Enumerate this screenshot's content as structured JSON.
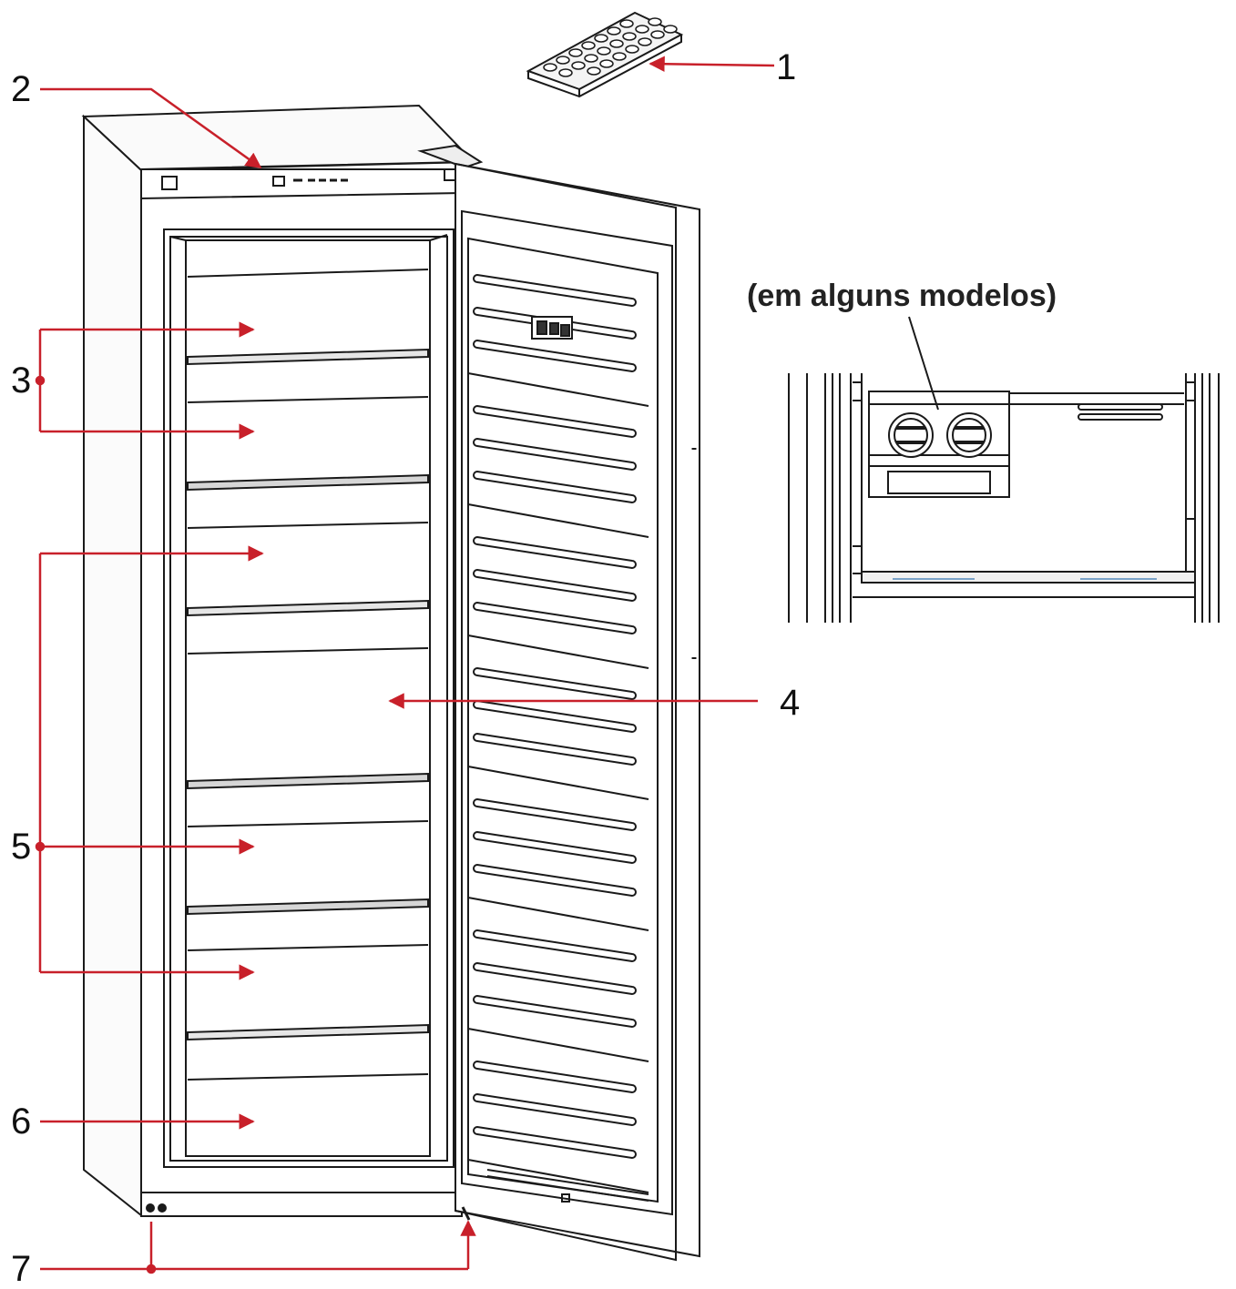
{
  "inset": {
    "title": "(em alguns modelos)"
  },
  "callouts": [
    {
      "number": "1"
    },
    {
      "number": "2"
    },
    {
      "number": "3"
    },
    {
      "number": "4"
    },
    {
      "number": "5"
    },
    {
      "number": "6"
    },
    {
      "number": "7"
    }
  ],
  "colors": {
    "callout_line": "#c8202a",
    "drawing_line": "#1a1a1a"
  }
}
